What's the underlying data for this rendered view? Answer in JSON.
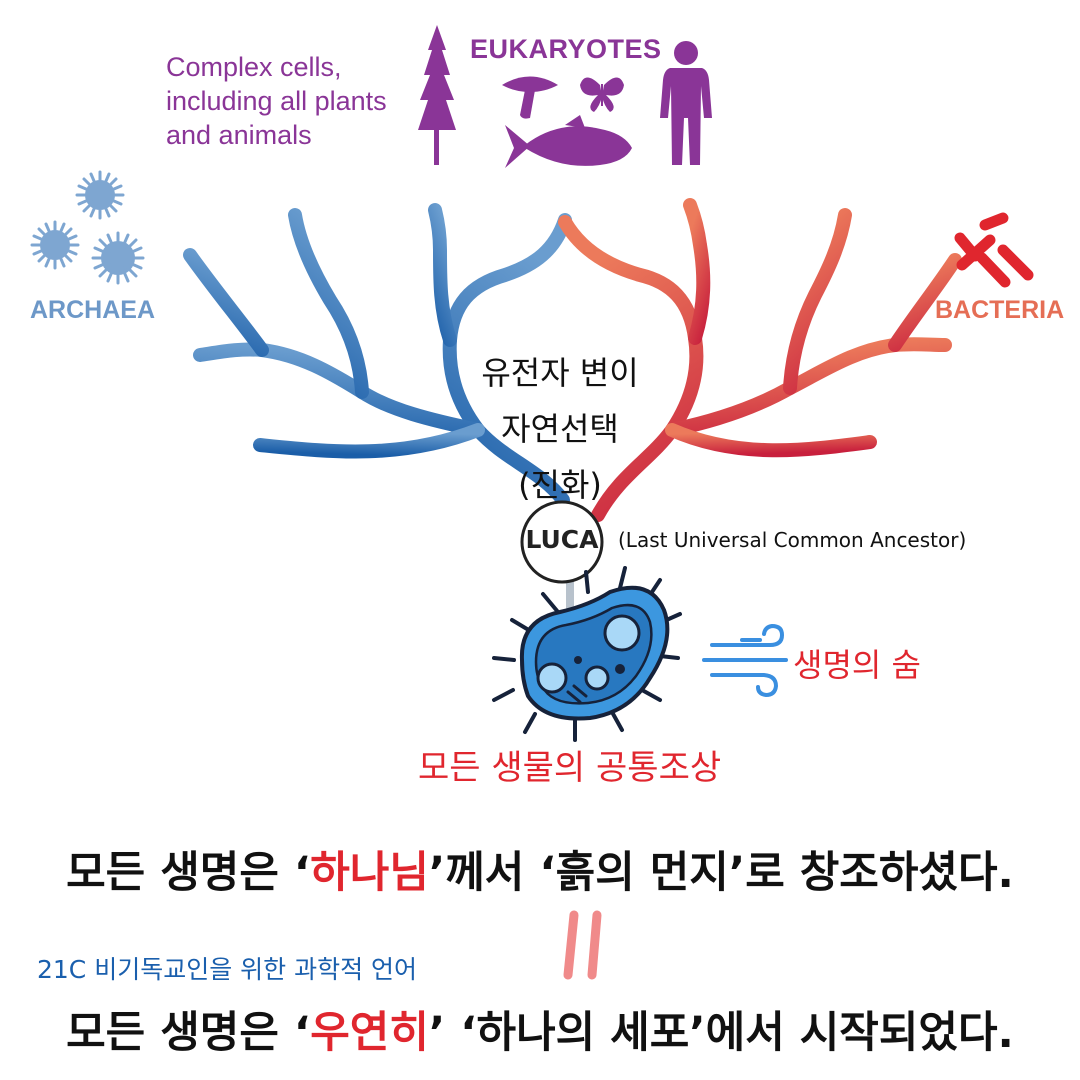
{
  "eukaryotes": {
    "title": "EUKARYOTES",
    "description": "Complex cells, including all plants and animals",
    "color": "#8a3597",
    "icons": [
      "tree-icon",
      "mushroom-icon",
      "butterfly-icon",
      "human-icon",
      "fish-icon"
    ]
  },
  "archaea": {
    "label": "ARCHAEA",
    "color": "#6d98c8",
    "icon": "spiky-cell-icon"
  },
  "bacteria": {
    "label": "BACTERIA",
    "color": "#e56e55",
    "icon": "rod-bacteria-icon"
  },
  "center": {
    "line1": "유전자 변이",
    "line2": "자연선택",
    "line3": "(진화)"
  },
  "luca": {
    "label": "LUCA",
    "full_name": "(Last Universal Common Ancestor)"
  },
  "cell": {
    "icon": "cell-icon",
    "breath_icon": "wind-icon",
    "breath_label": "생명의 숨"
  },
  "ancestor_label": "모든 생물의 공통조상",
  "statement1": {
    "pre": "모든 생명은 ‘",
    "highlight": "하나님",
    "post": "’께서 ‘흙의 먼지’로 창조하셨다."
  },
  "equals_icon": "equals-mark-icon",
  "note": "21C 비기독교인을 위한 과학적 언어",
  "statement2": {
    "pre": "모든 생명은 ‘",
    "highlight": "우연히",
    "post": "’ ‘하나의 세포’에서 시작되었다."
  },
  "colors": {
    "accent_red": "#e0262e",
    "note_blue": "#1a5fad"
  }
}
